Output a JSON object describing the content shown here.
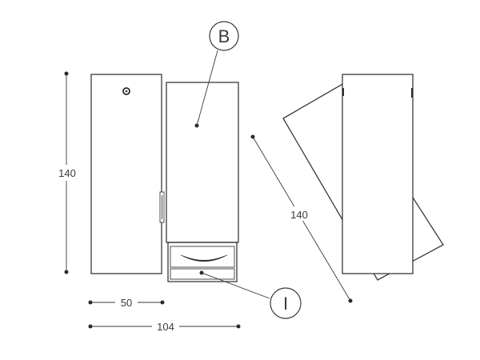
{
  "dimensions": {
    "height_label": "140",
    "depth_label": "50",
    "width_label": "104",
    "diagonal_label": "140"
  },
  "callouts": {
    "top_label": "B",
    "bottom_label": "I"
  }
}
